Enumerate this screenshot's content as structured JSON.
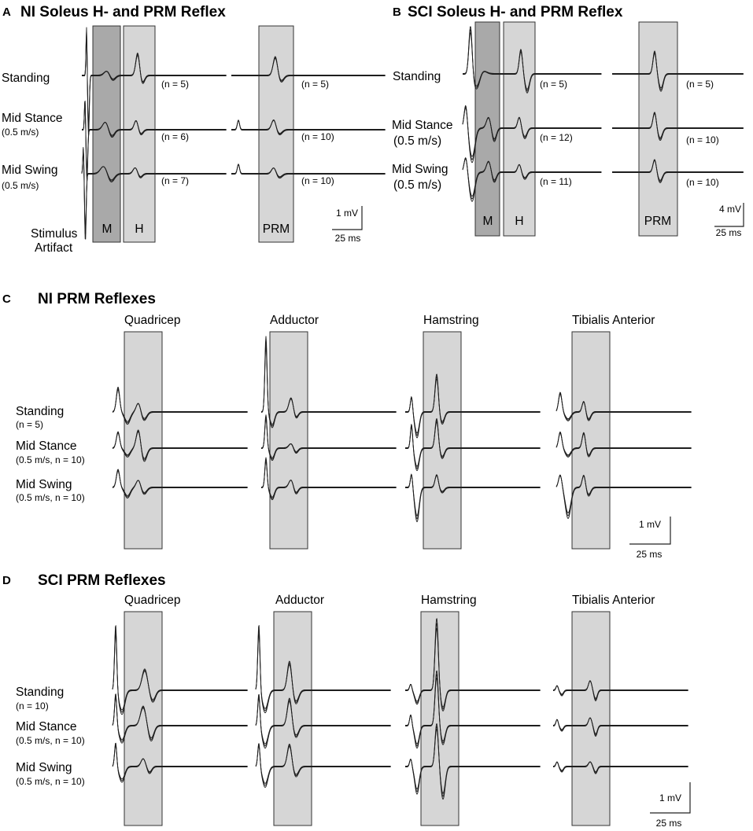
{
  "chart_data": [
    {
      "panel": "A",
      "type": "line",
      "title": "NI Soleus H- and PRM Reflex",
      "row_labels": [
        {
          "label": "Standing",
          "sub": ""
        },
        {
          "label": "Mid Stance",
          "sub": "(0.5 m/s)"
        },
        {
          "label": "Mid Swing",
          "sub": "(0.5 m/s)"
        }
      ],
      "stimulus_label": [
        "Stimulus",
        "Artifact"
      ],
      "windows": [
        "M",
        "H",
        "PRM"
      ],
      "n_labels": {
        "soleus": [
          "(n = 5)",
          "(n = 6)",
          "(n = 7)"
        ],
        "prm": [
          "(n = 5)",
          "(n = 10)",
          "(n = 10)"
        ]
      },
      "scale_bar": {
        "voltage": "1 mV",
        "time": "25 ms"
      }
    },
    {
      "panel": "B",
      "type": "line",
      "title": "SCI Soleus H- and PRM Reflex",
      "row_labels": [
        {
          "label": "Standing",
          "sub": ""
        },
        {
          "label": "Mid Stance",
          "sub": "(0.5 m/s)"
        },
        {
          "label": "Mid Swing",
          "sub": "(0.5 m/s)"
        }
      ],
      "windows": [
        "M",
        "H",
        "PRM"
      ],
      "n_labels": {
        "soleus": [
          "(n = 5)",
          "(n = 12)",
          "(n = 11)"
        ],
        "prm": [
          "(n = 5)",
          "(n = 10)",
          "(n = 10)"
        ]
      },
      "scale_bar": {
        "voltage": "4 mV",
        "time": "25 ms"
      }
    },
    {
      "panel": "C",
      "type": "line",
      "title": "NI PRM Reflexes",
      "muscles": [
        "Quadricep",
        "Adductor",
        "Hamstring",
        "Tibialis Anterior"
      ],
      "row_labels": [
        {
          "label": "Standing",
          "sub": "(n = 5)"
        },
        {
          "label": "Mid Stance",
          "sub": "(0.5 m/s, n = 10)"
        },
        {
          "label": "Mid Swing",
          "sub": "(0.5 m/s, n = 10)"
        }
      ],
      "scale_bar": {
        "voltage": "1 mV",
        "time": "25 ms"
      }
    },
    {
      "panel": "D",
      "type": "line",
      "title": "SCI PRM Reflexes",
      "muscles": [
        "Quadricep",
        "Adductor",
        "Hamstring",
        "Tibialis Anterior"
      ],
      "row_labels": [
        {
          "label": "Standing",
          "sub": "(n = 10)"
        },
        {
          "label": "Mid Stance",
          "sub": "(0.5 m/s, n = 10)"
        },
        {
          "label": "Mid Swing",
          "sub": "(0.5 m/s, n = 10)"
        }
      ],
      "scale_bar": {
        "voltage": "1 mV",
        "time": "25 ms"
      }
    }
  ],
  "colors": {
    "window_light": "#d6d6d6",
    "window_dark": "#a9a9a9",
    "trace": "#1e1e1e",
    "baseline": "#c8c8c8"
  }
}
